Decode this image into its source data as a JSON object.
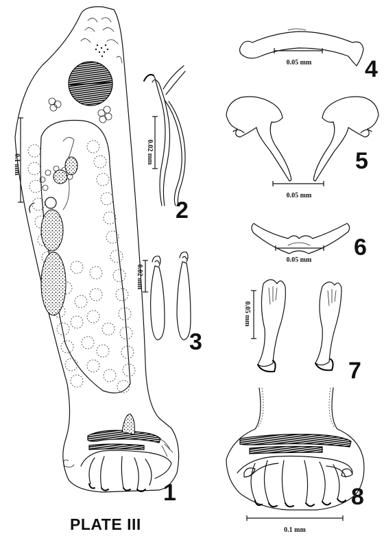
{
  "plate": {
    "title": "PLATE III",
    "figures": [
      {
        "number": "1",
        "scale": "0.1 mm"
      },
      {
        "number": "2",
        "scale": "0.02 mm"
      },
      {
        "number": "3",
        "scale": "0.02 mm"
      },
      {
        "number": "4",
        "scale": "0.05 mm"
      },
      {
        "number": "5",
        "scale": "0.05 mm"
      },
      {
        "number": "6",
        "scale": "0.05 mm"
      },
      {
        "number": "7",
        "scale": "0.05 mm"
      },
      {
        "number": "8",
        "scale": "0.1 mm"
      }
    ]
  }
}
